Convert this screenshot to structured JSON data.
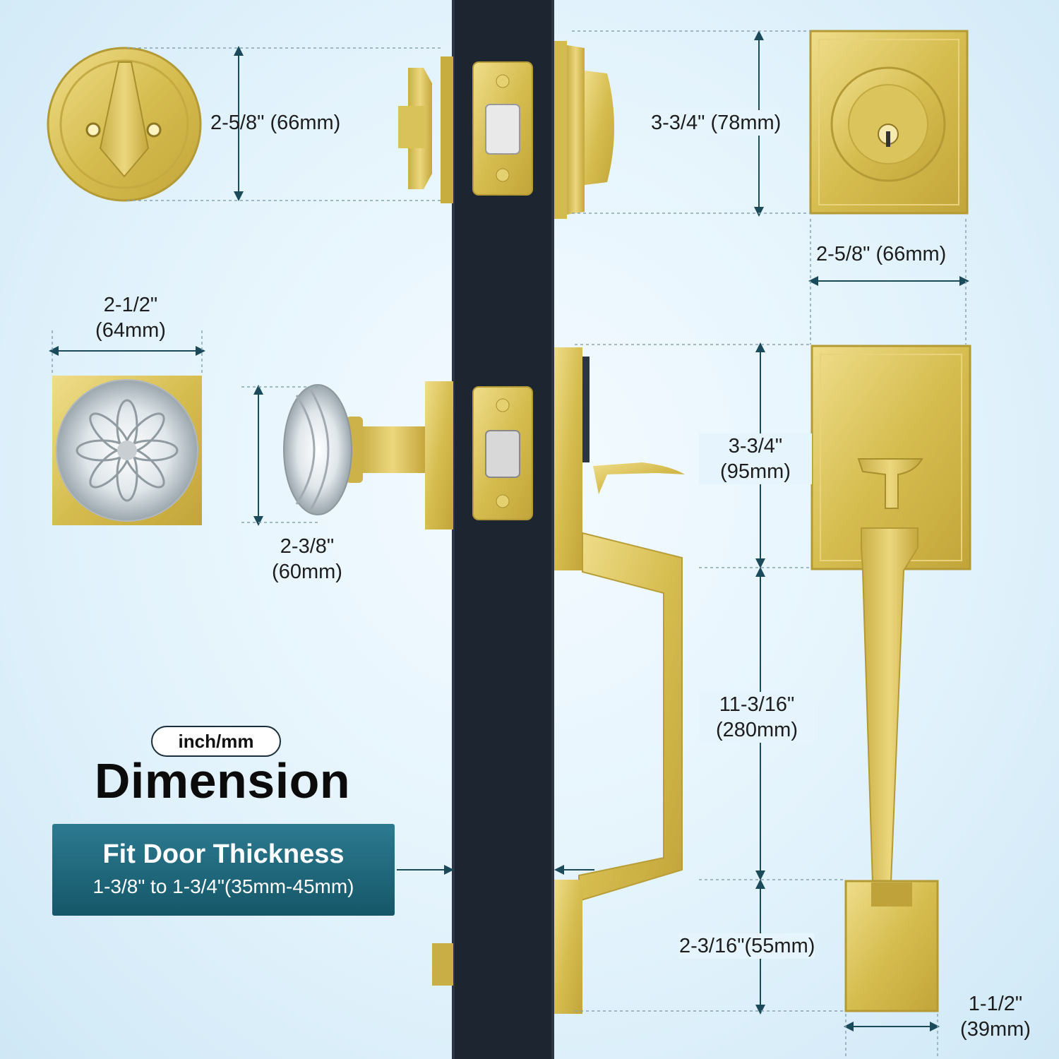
{
  "colors": {
    "background": "#e3f3fc",
    "door": "#1c2530",
    "brass": "#d9c25a",
    "dimension_line": "#1b4a5a",
    "banner": "#1e6a7e"
  },
  "dimensions": {
    "deadbolt_thumbturn_height": "2-5/8\" (66mm)",
    "deadbolt_exterior_height": "3-3/4\" (78mm)",
    "deadbolt_exterior_width": "2-5/8\" (66mm)",
    "knob_rose_width_in": "2-1/2\"",
    "knob_rose_width_mm": "(64mm)",
    "knob_diameter_in": "2-3/8\"",
    "knob_diameter_mm": "(60mm)",
    "escutcheon_top_in": "3-3/4\"",
    "escutcheon_top_mm": "(95mm)",
    "handle_length_in": "11-3/16\"",
    "handle_length_mm": "(280mm)",
    "bottom_plate_height": "2-3/16\"(55mm)",
    "bottom_plate_width_in": "1-1/2\"",
    "bottom_plate_width_mm": "(39mm)"
  },
  "unit_badge": "inch/mm",
  "title": "Dimension",
  "fit_box": {
    "title": "Fit Door Thickness",
    "subtitle": "1-3/8\" to 1-3/4\"(35mm-45mm)"
  },
  "icons": [
    "deadbolt-thumbturn-icon",
    "keyed-deadbolt-icon",
    "crystal-knob-icon",
    "handleset-icon",
    "door-edge-icon",
    "strike-plate-icon"
  ]
}
